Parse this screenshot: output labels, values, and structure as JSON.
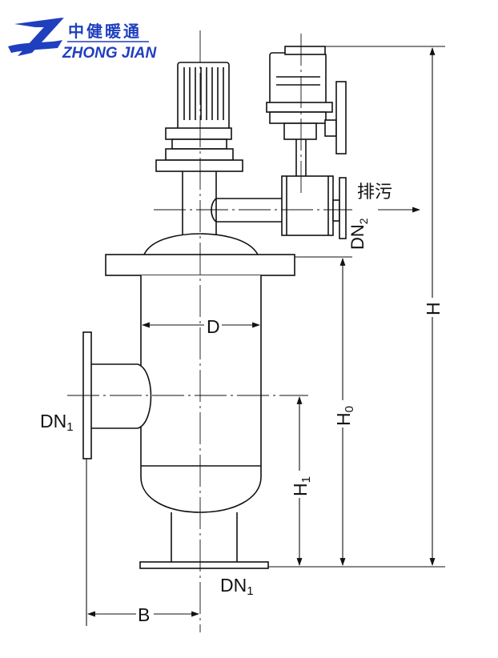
{
  "logo": {
    "cn_text": "中健暖通",
    "en_text": "ZHONG JIAN",
    "brand_color": "#1f3fbf"
  },
  "labels": {
    "drain": "排污",
    "dn2": "DN",
    "dn2_sub": "2",
    "d": "D",
    "h": "H",
    "h0": "H",
    "h0_sub": "0",
    "h1": "H",
    "h1_sub": "1",
    "dn1_left": "DN",
    "dn1_left_sub": "1",
    "dn1_bottom": "DN",
    "dn1_bottom_sub": "1",
    "b": "B"
  },
  "colors": {
    "line": "#111111",
    "background": "#ffffff"
  }
}
